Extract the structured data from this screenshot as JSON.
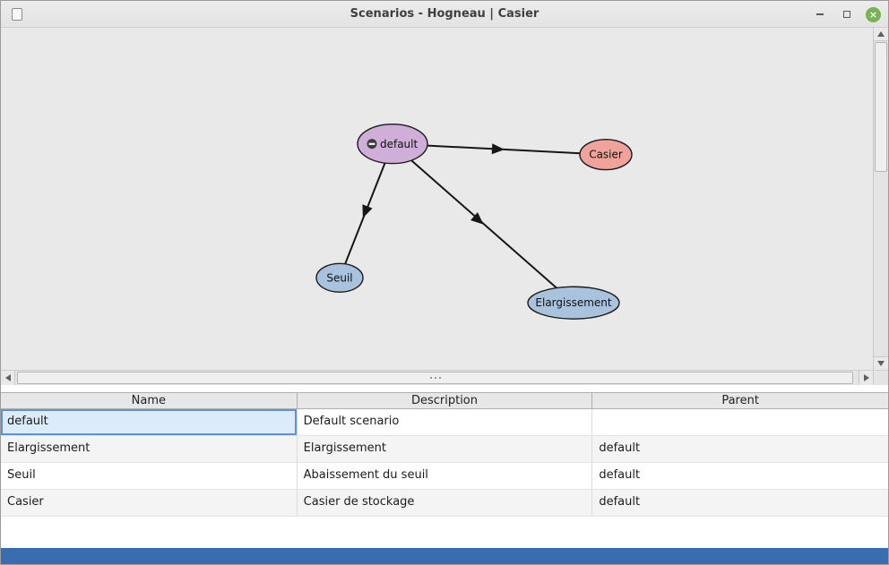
{
  "window": {
    "title": "Scenarios - Hogneau | Casier",
    "controls": {
      "minimize": "minimize",
      "maximize": "maximize",
      "close": "×"
    }
  },
  "graph": {
    "nodes": [
      {
        "label": "default",
        "color": "#cfaed8",
        "collapse_icon": true
      },
      {
        "label": "Casier",
        "color": "#f1a29a"
      },
      {
        "label": "Seuil",
        "color": "#a9c3de"
      },
      {
        "label": "Elargissement",
        "color": "#a9c3de"
      }
    ],
    "edges": [
      {
        "from": "default",
        "to": "Casier"
      },
      {
        "from": "default",
        "to": "Seuil"
      },
      {
        "from": "default",
        "to": "Elargissement"
      }
    ]
  },
  "table": {
    "columns": [
      "Name",
      "Description",
      "Parent"
    ],
    "rows": [
      {
        "name": "default",
        "description": "Default scenario",
        "parent": ""
      },
      {
        "name": "Elargissement",
        "description": "Elargissement",
        "parent": "default"
      },
      {
        "name": "Seuil",
        "description": "Abaissement du seuil",
        "parent": "default"
      },
      {
        "name": "Casier",
        "description": "Casier de stockage",
        "parent": "default"
      }
    ],
    "selection": {
      "row": 0,
      "column": "Name"
    }
  },
  "colors": {
    "close_button": "#77b255",
    "canvas_background": "#e9e9e9",
    "selected_cell_background": "#dcebfa",
    "selected_cell_border": "#5e92d2",
    "bottom_bar": "#3a6cb0",
    "edge": "#161616"
  }
}
